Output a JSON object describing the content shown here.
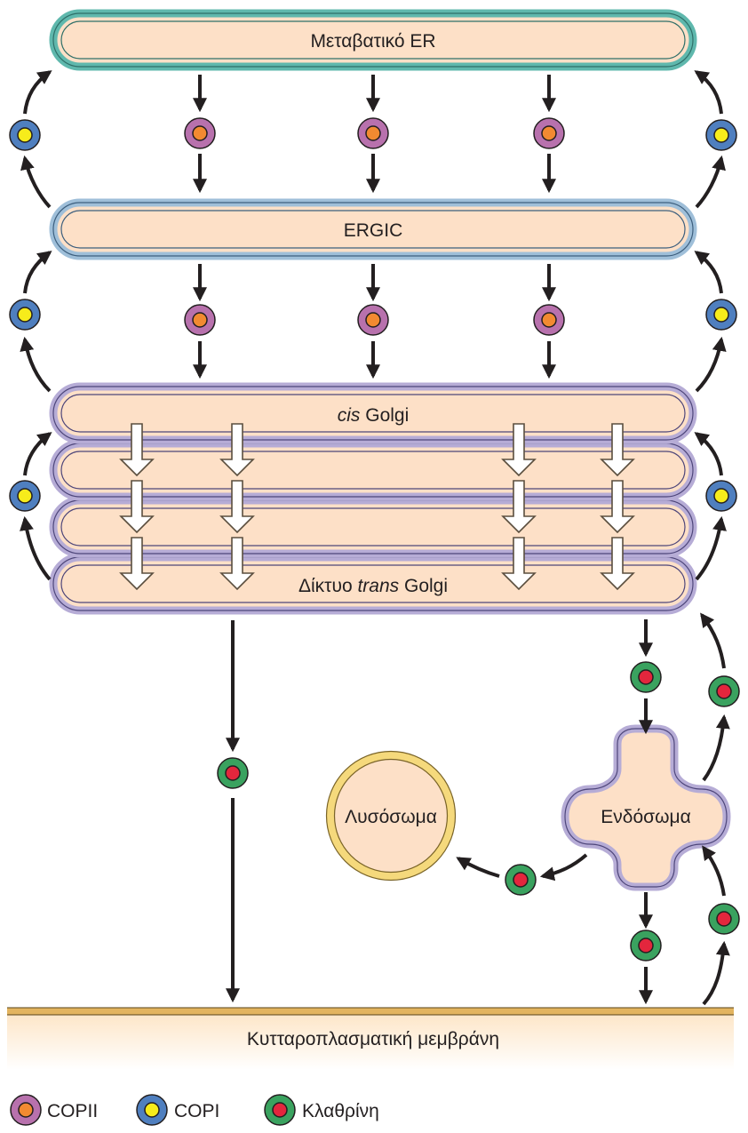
{
  "compartments": {
    "er": "Μεταβατικό ER",
    "ergic": "ERGIC",
    "cis_italic": "cis",
    "cis_rest": " Golgi",
    "tgn_pre": "Δίκτυο ",
    "tgn_italic": "trans",
    "tgn_post": " Golgi",
    "lysosome": "Λυσόσωμα",
    "endosome": "Ενδόσωμα",
    "plasma_membrane": "Κυτταροπλασματική μεμβράνη"
  },
  "legend": {
    "copii": "COPII",
    "copi": "COPI",
    "clathrin": "Κλαθρίνη"
  },
  "colors": {
    "fill": "#fde0c7",
    "er_border": "#5fb8ad",
    "ergic_border": "#9fbfd9",
    "golgi_border": "#b6acd6",
    "copii_outer": "#b871ad",
    "copii_inner": "#f28a31",
    "copi_outer": "#4f7fbf",
    "copi_inner": "#f7ec1b",
    "clathrin_outer": "#3aa25f",
    "clathrin_inner": "#e3263d",
    "lysosome_ring": "#f5d97c",
    "membrane": "#e3b45f"
  }
}
